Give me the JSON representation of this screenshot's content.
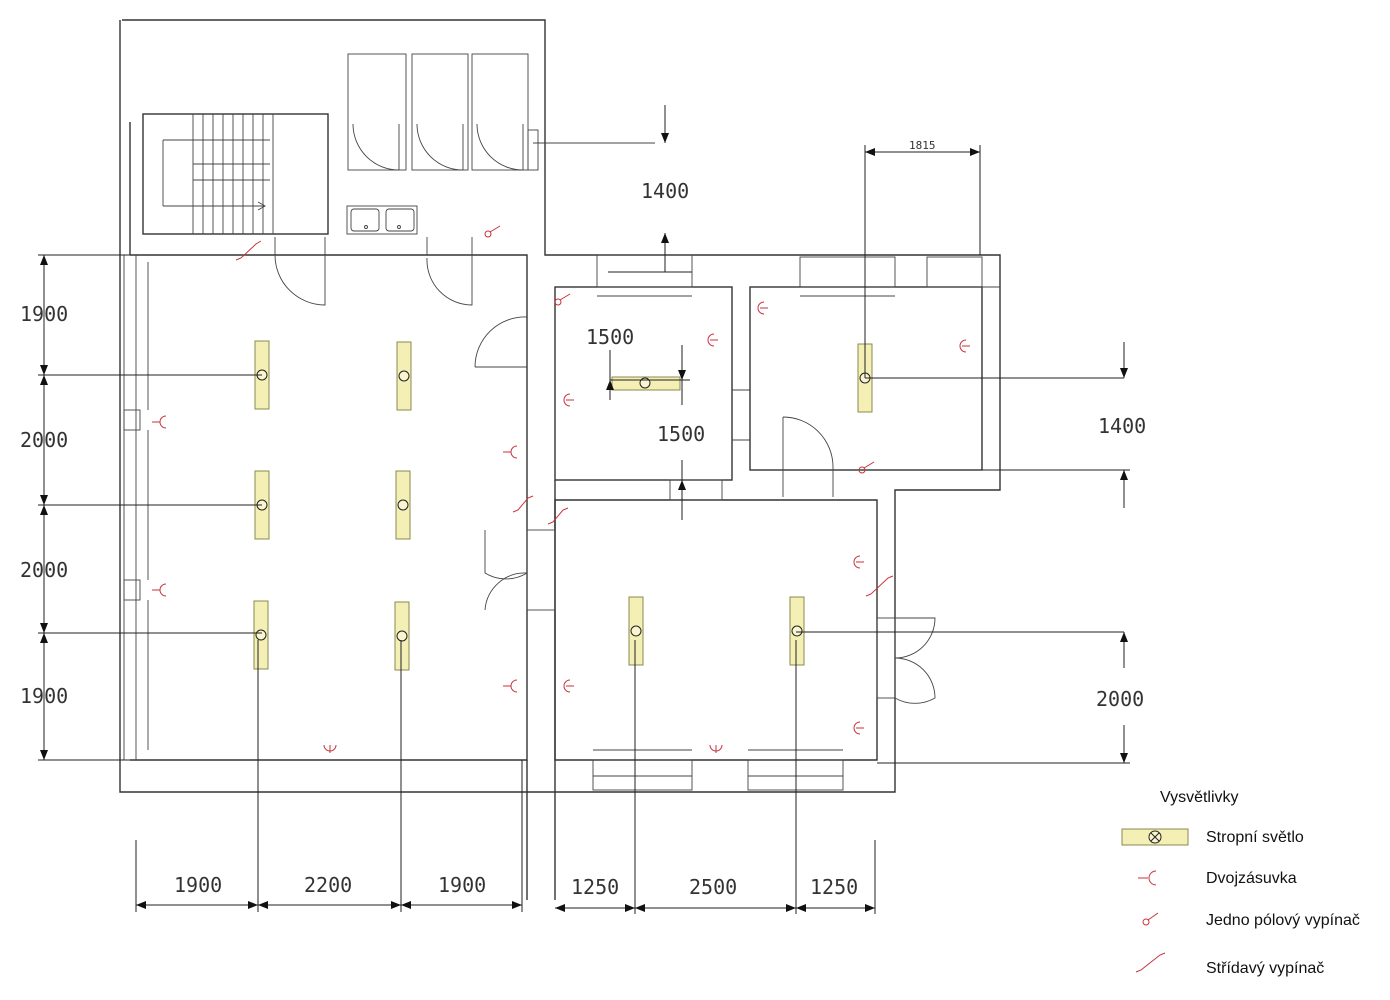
{
  "legend": {
    "title": "Vysvětlivky",
    "items": [
      {
        "id": "ceiling-light",
        "label": "Stropní světlo"
      },
      {
        "id": "double-socket",
        "label": "Dvojzásuvka"
      },
      {
        "id": "single-pole-switch",
        "label": "Jedno pólový vypínač"
      },
      {
        "id": "two-way-switch",
        "label": "Střídavý vypínač"
      }
    ]
  },
  "dimensions": {
    "left": [
      "1900",
      "2000",
      "2000",
      "1900"
    ],
    "bottom_left": [
      "1900",
      "2200",
      "1900"
    ],
    "bottom_right": [
      "1250",
      "2500",
      "1250"
    ],
    "top_center": "1400",
    "top_right_small": "1815",
    "center_1": "1500",
    "center_2": "1500",
    "right_1": "1400",
    "right_2": "2000"
  },
  "colors": {
    "wall": "#333333",
    "electrical": "#c8323c",
    "lamp_fill": "#f4efb4"
  }
}
